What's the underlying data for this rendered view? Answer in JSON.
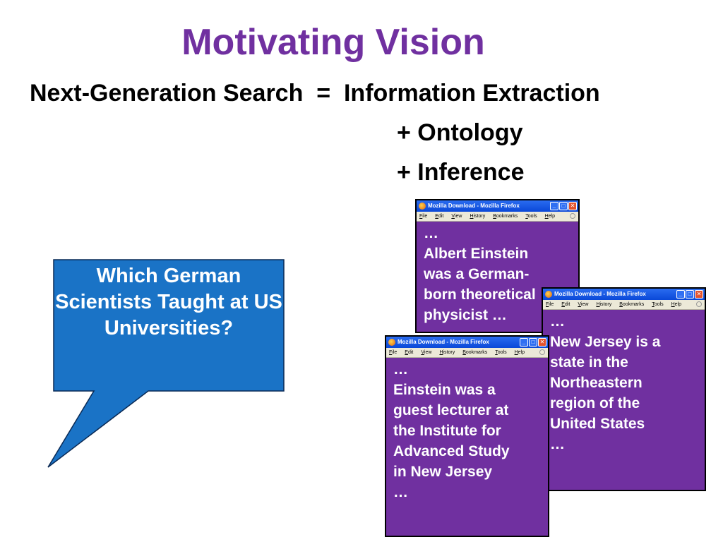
{
  "slide": {
    "title": "Motivating Vision",
    "equation": {
      "left": "Next-Generation Search  =  Information Extraction",
      "line2": "+ Ontology",
      "line3": "+ Inference"
    }
  },
  "callout": {
    "text": "Which German Scientists Taught at US Universities?",
    "fill": "#1a73c6"
  },
  "browser": {
    "title": "Mozilla Download - Mozilla Firefox",
    "menu": [
      "File",
      "Edit",
      "View",
      "History",
      "Bookmarks",
      "Tools",
      "Help"
    ],
    "buttons": {
      "minimize": "_",
      "maximize": "□",
      "close": "✕"
    }
  },
  "windows": [
    {
      "text": "…\nAlbert Einstein\nwas a German-\nborn theoretical\nphysicist …"
    },
    {
      "text": "…\nNew Jersey is a\nstate in the\nNortheastern\nregion of the\nUnited States\n…"
    },
    {
      "text": "…\nEinstein was a\nguest lecturer at\nthe Institute for\nAdvanced Study\nin New Jersey\n…"
    }
  ],
  "colors": {
    "title": "#7030a0",
    "window_body": "#7030a0",
    "callout": "#1a73c6"
  }
}
